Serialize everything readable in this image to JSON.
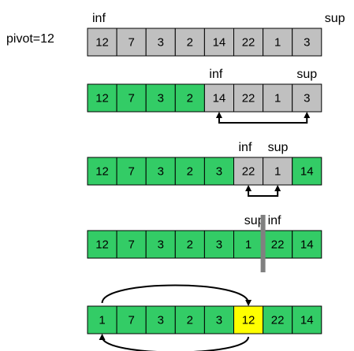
{
  "pivot_label": "pivot=12",
  "colors": {
    "grey": "#c0c0c0",
    "green": "#33cc66",
    "yellow": "#ffff00",
    "border": "#000000",
    "divider": "#808080"
  },
  "rows": [
    {
      "cells": [
        {
          "v": "12",
          "c": "grey"
        },
        {
          "v": "7",
          "c": "grey"
        },
        {
          "v": "3",
          "c": "grey"
        },
        {
          "v": "2",
          "c": "grey"
        },
        {
          "v": "14",
          "c": "grey"
        },
        {
          "v": "22",
          "c": "grey"
        },
        {
          "v": "1",
          "c": "grey"
        },
        {
          "v": "3",
          "c": "grey"
        }
      ],
      "markers": [
        {
          "text": "inf",
          "at": 0,
          "side": "left"
        },
        {
          "text": "sup",
          "at": 7,
          "side": "outside-right"
        }
      ],
      "swap": null
    },
    {
      "cells": [
        {
          "v": "12",
          "c": "green"
        },
        {
          "v": "7",
          "c": "green"
        },
        {
          "v": "3",
          "c": "green"
        },
        {
          "v": "2",
          "c": "green"
        },
        {
          "v": "14",
          "c": "grey"
        },
        {
          "v": "22",
          "c": "grey"
        },
        {
          "v": "1",
          "c": "grey"
        },
        {
          "v": "3",
          "c": "grey"
        }
      ],
      "markers": [
        {
          "text": "inf",
          "at": 4,
          "side": "left"
        },
        {
          "text": "sup",
          "at": 7,
          "side": "center"
        }
      ],
      "swap": {
        "from": 4,
        "to": 7,
        "style": "below"
      }
    },
    {
      "cells": [
        {
          "v": "12",
          "c": "green"
        },
        {
          "v": "7",
          "c": "green"
        },
        {
          "v": "3",
          "c": "green"
        },
        {
          "v": "2",
          "c": "green"
        },
        {
          "v": "3",
          "c": "green"
        },
        {
          "v": "22",
          "c": "grey"
        },
        {
          "v": "1",
          "c": "grey"
        },
        {
          "v": "14",
          "c": "green"
        }
      ],
      "markers": [
        {
          "text": "inf",
          "at": 5,
          "side": "left"
        },
        {
          "text": "sup",
          "at": 6,
          "side": "left"
        }
      ],
      "swap": {
        "from": 5,
        "to": 6,
        "style": "below"
      }
    },
    {
      "cells": [
        {
          "v": "12",
          "c": "green"
        },
        {
          "v": "7",
          "c": "green"
        },
        {
          "v": "3",
          "c": "green"
        },
        {
          "v": "2",
          "c": "green"
        },
        {
          "v": "3",
          "c": "green"
        },
        {
          "v": "1",
          "c": "green"
        },
        {
          "v": "22",
          "c": "green"
        },
        {
          "v": "14",
          "c": "green"
        }
      ],
      "markers": [
        {
          "text": "sup",
          "at": 5,
          "side": "right"
        },
        {
          "text": "inf",
          "at": 6,
          "side": "left"
        }
      ],
      "divider_after": 5,
      "swap": null
    },
    {
      "cells": [
        {
          "v": "1",
          "c": "green"
        },
        {
          "v": "7",
          "c": "green"
        },
        {
          "v": "3",
          "c": "green"
        },
        {
          "v": "2",
          "c": "green"
        },
        {
          "v": "3",
          "c": "green"
        },
        {
          "v": "12",
          "c": "yellow"
        },
        {
          "v": "22",
          "c": "green"
        },
        {
          "v": "14",
          "c": "green"
        }
      ],
      "markers": [],
      "swap": {
        "from": 0,
        "to": 5,
        "style": "loop"
      }
    }
  ]
}
